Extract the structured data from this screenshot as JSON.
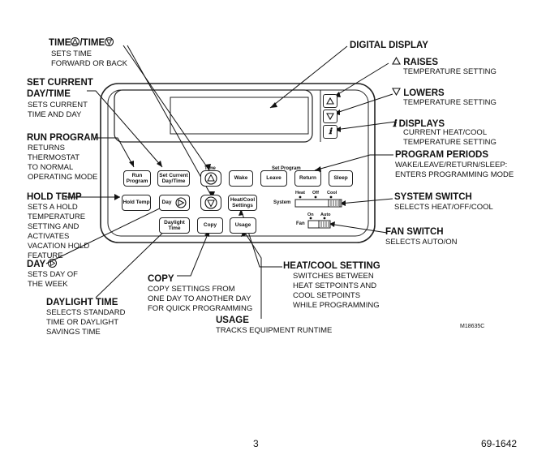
{
  "callouts": {
    "time": {
      "title": "TIME",
      "title_sep": "/TIME",
      "desc": [
        "SETS TIME",
        "FORWARD OR BACK"
      ]
    },
    "set_current": {
      "title": [
        "SET CURRENT",
        "DAY/TIME"
      ],
      "desc": [
        "SETS CURRENT",
        "TIME AND DAY"
      ]
    },
    "run_program": {
      "title": "RUN PROGRAM",
      "desc": [
        "RETURNS",
        "THERMOSTAT",
        "TO NORMAL",
        "OPERATING MODE"
      ]
    },
    "hold_temp": {
      "title": "HOLD TEMP",
      "desc": [
        "SETS A HOLD",
        "TEMPERATURE",
        "SETTING AND",
        "ACTIVATES",
        "VACATION HOLD",
        "FEATURE"
      ]
    },
    "day": {
      "title": "DAY",
      "desc": [
        "SETS DAY OF",
        "THE WEEK"
      ]
    },
    "daylight": {
      "title": "DAYLIGHT TIME",
      "desc": [
        "SELECTS STANDARD",
        "TIME OR DAYLIGHT",
        "SAVINGS TIME"
      ]
    },
    "copy": {
      "title": "COPY",
      "desc": [
        "COPY SETTINGS FROM",
        "ONE DAY TO ANOTHER DAY",
        "FOR QUICK PROGRAMMING"
      ]
    },
    "usage": {
      "title": "USAGE",
      "desc": [
        "TRACKS EQUIPMENT RUNTIME"
      ]
    },
    "heat_cool": {
      "title": "HEAT/COOL SETTING",
      "desc": [
        "SWITCHES BETWEEN",
        "HEAT SETPOINTS AND",
        "COOL SETPOINTS",
        "WHILE PROGRAMMING"
      ]
    },
    "digital_display": {
      "title": "DIGITAL DISPLAY"
    },
    "raises": {
      "title": "RAISES",
      "desc": [
        "TEMPERATURE SETTING"
      ]
    },
    "lowers": {
      "title": "LOWERS",
      "desc": [
        "TEMPERATURE SETTING"
      ]
    },
    "displays": {
      "title": "DISPLAYS",
      "desc": [
        "CURRENT HEAT/COOL",
        "TEMPERATURE SETTING"
      ]
    },
    "program_periods": {
      "title": "PROGRAM PERIODS",
      "desc": [
        "WAKE/LEAVE/RETURN/SLEEP:",
        "ENTERS PROGRAMMING MODE"
      ]
    },
    "system_switch": {
      "title": "SYSTEM SWITCH",
      "desc": [
        "SELECTS HEAT/OFF/COOL"
      ]
    },
    "fan_switch": {
      "title": "FAN SWITCH",
      "desc": [
        "SELECTS AUTO/ON"
      ]
    }
  },
  "device": {
    "time_label": "Time",
    "set_program_label": "Set Program",
    "buttons": {
      "run_program": [
        "Run",
        "Program"
      ],
      "set_current": [
        "Set Current",
        "Day/Time"
      ],
      "wake": "Wake",
      "leave": "Leave",
      "return": "Return",
      "sleep": "Sleep",
      "hold_temp": "Hold Temp",
      "day": "Day",
      "heat_cool": [
        "Heat/Cool",
        "Settings"
      ],
      "daylight": [
        "Daylight",
        "Time"
      ],
      "copy": "Copy",
      "usage": "Usage"
    },
    "system": {
      "label": "System",
      "positions": [
        "Heat",
        "Off",
        "Cool"
      ]
    },
    "fan": {
      "label": "Fan",
      "positions": [
        "On",
        "Auto"
      ]
    }
  },
  "figure_id": "M18635C",
  "footer": {
    "page_number": "3",
    "doc_number": "69-1642"
  }
}
